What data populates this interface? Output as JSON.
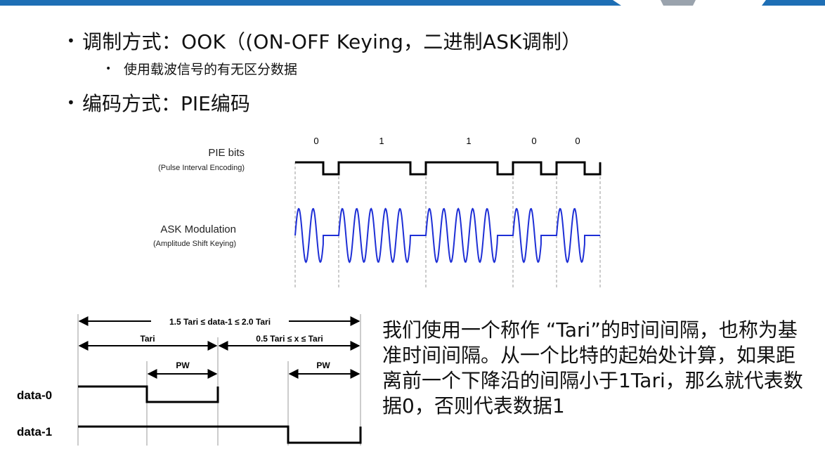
{
  "header": {
    "color": "#1e6fb5"
  },
  "bullets": {
    "modulation": "调制方式：OOK（(ON-OFF Keying，二进制ASK调制）",
    "modulation_sub": "使用载波信号的有无区分数据",
    "encoding": "编码方式：PIE编码"
  },
  "figure1": {
    "pie_title": "PIE bits",
    "pie_subtitle": "(Pulse Interval Encoding)",
    "ask_title": "ASK Modulation",
    "ask_subtitle": "(Amplitude Shift Keying)",
    "bits": [
      "0",
      "1",
      "1",
      "0",
      "0"
    ],
    "wave_color": "#1e2fd6"
  },
  "figure2": {
    "range_label": "1.5 Tari ≤ data-1 ≤ 2.0 Tari",
    "tari_label": "Tari",
    "x_label": "0.5 Tari ≤ x ≤ Tari",
    "pw_label_1": "PW",
    "pw_label_2": "PW",
    "data0_label": "data-0",
    "data1_label": "data-1"
  },
  "description": "我们使用一个称作 “Tari”的时间间隔，也称为基准时间间隔。从一个比特的起始处计算，如果距离前一个下降沿的间隔小于1Tari，那么就代表数据0，否则代表数据1"
}
